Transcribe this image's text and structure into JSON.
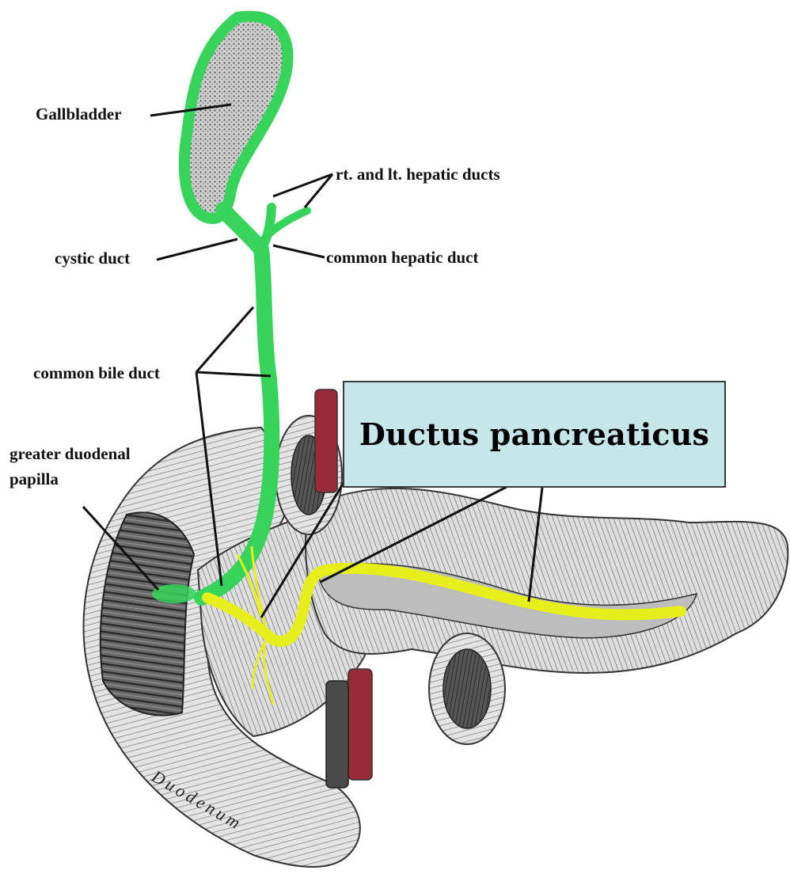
{
  "labels": {
    "gallbladder": "Gallbladder",
    "hepatic_ducts": "rt. and lt. hepatic ducts",
    "cystic_duct": "cystic duct",
    "common_hepatic_duct": "common hepatic duct",
    "common_bile_duct": "common bile duct",
    "papilla_line1": "greater duodenal",
    "papilla_line2": "papilla",
    "duodenum": "Duodenum"
  },
  "callout": {
    "text": "Ductus pancreaticus",
    "background": "#c6e6ea"
  },
  "colors": {
    "bile_duct_highlight": "#36d45a",
    "pancreatic_duct_highlight": "#e6ef1c",
    "vessel": "#9a2a3a",
    "engraving_line": "#3a3a3a"
  }
}
